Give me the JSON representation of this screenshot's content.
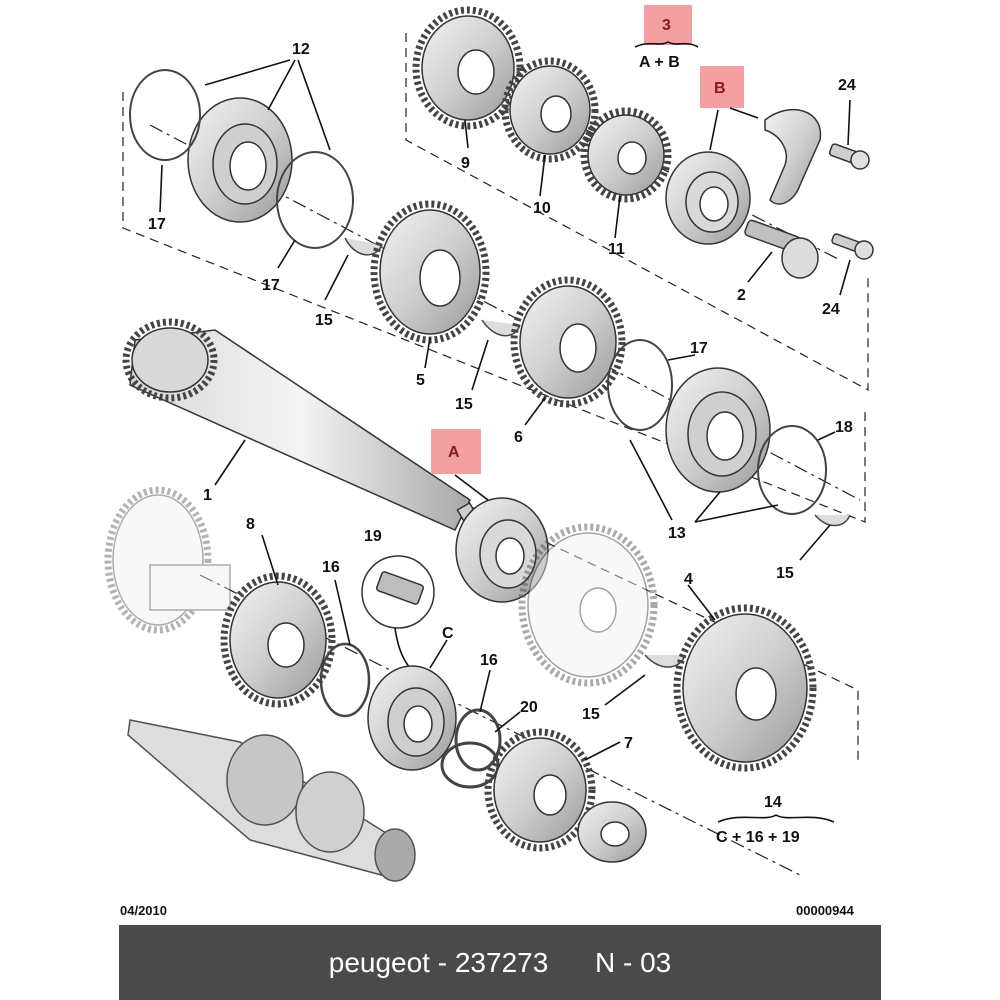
{
  "diagram": {
    "callouts": [
      "1",
      "2",
      "4",
      "5",
      "6",
      "7",
      "8",
      "9",
      "10",
      "11",
      "12",
      "13",
      "15",
      "15",
      "15",
      "15",
      "16",
      "16",
      "17",
      "17",
      "17",
      "18",
      "19",
      "20",
      "24",
      "24"
    ],
    "groups": {
      "g3": {
        "number": "3",
        "formula": "A + B"
      },
      "g14": {
        "number": "14",
        "formula": "C + 16 + 19"
      }
    },
    "markers": {
      "A": "A",
      "B": "B",
      "C": "C"
    },
    "footer": {
      "date": "04/2010",
      "code": "00000944"
    }
  },
  "caption": {
    "brand": "peugeot",
    "part_number": "237273",
    "page": "N - 03",
    "sep": " - "
  },
  "colors": {
    "caption_bg": "#4a4a4a",
    "marker_fill": "#f4a0a3",
    "part_fill": "#e9e9e9",
    "part_shade": "#bdbdbd"
  }
}
